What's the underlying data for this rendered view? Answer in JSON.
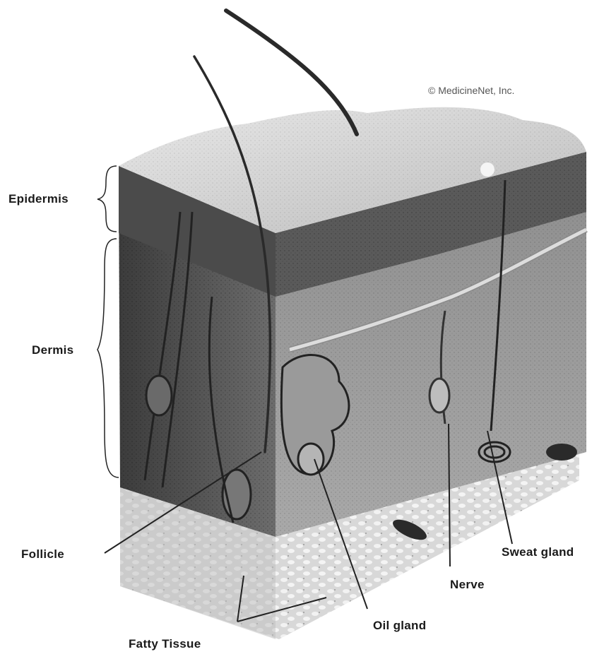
{
  "copyright": "© MedicineNet, Inc.",
  "labels": {
    "epidermis": "Epidermis",
    "dermis": "Dermis",
    "follicle": "Follicle",
    "fatty_tissue": "Fatty Tissue",
    "oil_gland": "Oil gland",
    "nerve": "Nerve",
    "sweat_gland": "Sweat gland"
  },
  "colors": {
    "epidermis_top": "#d9d9d9",
    "epidermis_band": "#5e5e5e",
    "dermis": "#8a8a8a",
    "dermis_dark": "#4a4a4a",
    "fat": "#d3d3d3",
    "hair": "#2a2a2a"
  }
}
